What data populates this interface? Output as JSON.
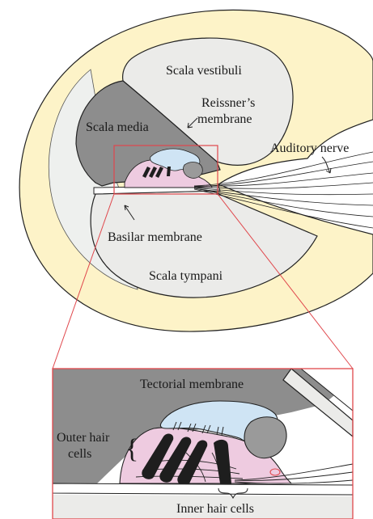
{
  "labels": {
    "scala_vestibuli": "Scala vestibuli",
    "reissners_membrane_line1": "Reissner’s",
    "reissners_membrane_line2": "membrane",
    "scala_media": "Scala media",
    "auditory_nerve": "Auditory nerve",
    "basilar_membrane": "Basilar membrane",
    "scala_tympani": "Scala tympani",
    "tectorial_membrane": "Tectorial membrane",
    "outer_hair_cells_line1": "Outer hair",
    "outer_hair_cells_line2": "cells",
    "inner_hair_cells": "Inner hair cells"
  },
  "colors": {
    "bone": "#fdf3c8",
    "chamber": "#ebebe9",
    "fluid_region": "#eef0ee",
    "scala_media": "#8d8d8d",
    "organ_of_corti": "#eecbe0",
    "tectorial": "#cfe4f4",
    "hair_cell": "#1e1e1e",
    "highlight_box": "#e0474c",
    "outline": "#222222"
  }
}
